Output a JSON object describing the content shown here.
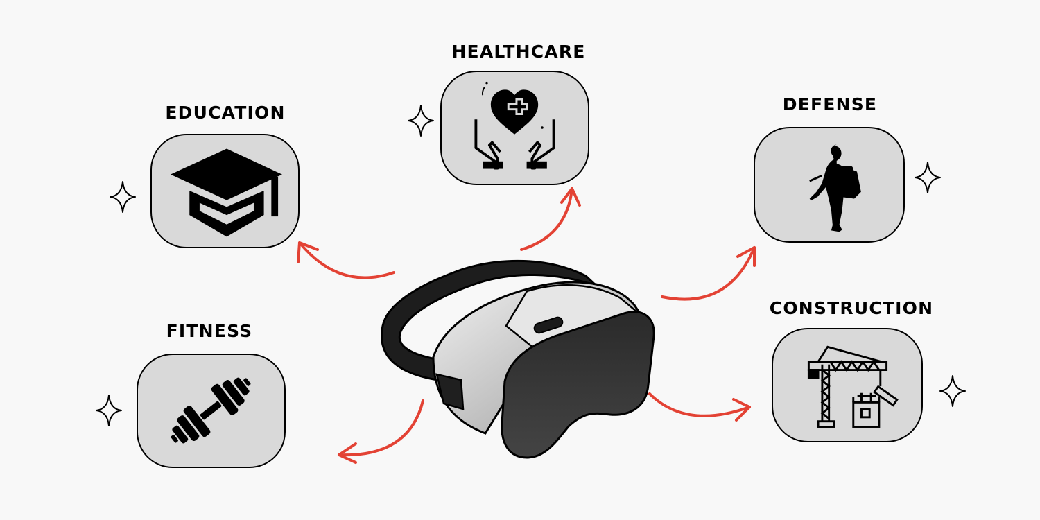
{
  "colors": {
    "background": "#f8f8f8",
    "card_fill": "#d9d9d9",
    "arrow": "#e34234",
    "ink": "#000000"
  },
  "categories": [
    {
      "id": "healthcare",
      "label": "HEALTHCARE",
      "icon": "heart-hands-icon"
    },
    {
      "id": "education",
      "label": "EDUCATION",
      "icon": "graduation-cap-icon"
    },
    {
      "id": "defense",
      "label": "DEFENSE",
      "icon": "soldier-icon"
    },
    {
      "id": "fitness",
      "label": "FITNESS",
      "icon": "dumbbell-icon"
    },
    {
      "id": "construction",
      "label": "CONSTRUCTION",
      "icon": "crane-icon"
    }
  ],
  "center": {
    "icon": "vr-headset-icon"
  }
}
